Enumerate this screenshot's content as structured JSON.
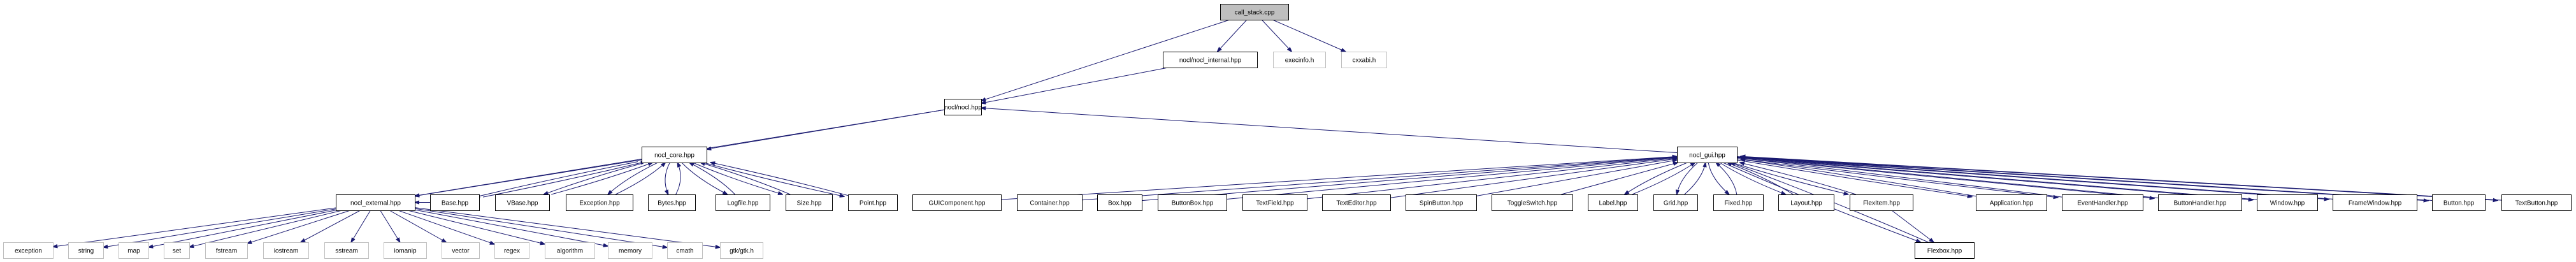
{
  "diagram": {
    "type": "include-dependency-graph",
    "colors": {
      "edge": "#191970",
      "root_fill": "#bfbfbf",
      "root_border": "#000000",
      "local_border": "#000000",
      "system_border": "#bfbfbf",
      "node_fill": "#ffffff"
    },
    "root": "call_stack.cpp",
    "nodes": [
      {
        "id": "call_stack",
        "label": "call_stack.cpp",
        "kind": "root"
      },
      {
        "id": "nocl_internal",
        "label": "nocl/nocl_internal.hpp",
        "kind": "local"
      },
      {
        "id": "execinfo",
        "label": "execinfo.h",
        "kind": "system"
      },
      {
        "id": "cxxabi",
        "label": "cxxabi.h",
        "kind": "system"
      },
      {
        "id": "nocl",
        "label": "nocl/nocl.hpp",
        "kind": "local"
      },
      {
        "id": "nocl_core",
        "label": "nocl_core.hpp",
        "kind": "local"
      },
      {
        "id": "nocl_gui",
        "label": "nocl_gui.hpp",
        "kind": "local"
      },
      {
        "id": "nocl_external",
        "label": "nocl_external.hpp",
        "kind": "local"
      },
      {
        "id": "Base",
        "label": "Base.hpp",
        "kind": "local"
      },
      {
        "id": "VBase",
        "label": "VBase.hpp",
        "kind": "local"
      },
      {
        "id": "Exception",
        "label": "Exception.hpp",
        "kind": "local"
      },
      {
        "id": "Bytes",
        "label": "Bytes.hpp",
        "kind": "local"
      },
      {
        "id": "Logfile",
        "label": "Logfile.hpp",
        "kind": "local"
      },
      {
        "id": "Size",
        "label": "Size.hpp",
        "kind": "local"
      },
      {
        "id": "Point",
        "label": "Point.hpp",
        "kind": "local"
      },
      {
        "id": "GUIComponent",
        "label": "GUIComponent.hpp",
        "kind": "local"
      },
      {
        "id": "Container",
        "label": "Container.hpp",
        "kind": "local"
      },
      {
        "id": "Box",
        "label": "Box.hpp",
        "kind": "local"
      },
      {
        "id": "ButtonBox",
        "label": "ButtonBox.hpp",
        "kind": "local"
      },
      {
        "id": "TextField",
        "label": "TextField.hpp",
        "kind": "local"
      },
      {
        "id": "TextEditor",
        "label": "TextEditor.hpp",
        "kind": "local"
      },
      {
        "id": "SpinButton",
        "label": "SpinButton.hpp",
        "kind": "local"
      },
      {
        "id": "ToggleSwitch",
        "label": "ToggleSwitch.hpp",
        "kind": "local"
      },
      {
        "id": "Label",
        "label": "Label.hpp",
        "kind": "local"
      },
      {
        "id": "Grid",
        "label": "Grid.hpp",
        "kind": "local"
      },
      {
        "id": "Fixed",
        "label": "Fixed.hpp",
        "kind": "local"
      },
      {
        "id": "Layout",
        "label": "Layout.hpp",
        "kind": "local"
      },
      {
        "id": "FlexItem",
        "label": "FlexItem.hpp",
        "kind": "local"
      },
      {
        "id": "Flexbox",
        "label": "Flexbox.hpp",
        "kind": "local"
      },
      {
        "id": "Application",
        "label": "Application.hpp",
        "kind": "local"
      },
      {
        "id": "EventHandler",
        "label": "EventHandler.hpp",
        "kind": "local"
      },
      {
        "id": "ButtonHandler",
        "label": "ButtonHandler.hpp",
        "kind": "local"
      },
      {
        "id": "Window",
        "label": "Window.hpp",
        "kind": "local"
      },
      {
        "id": "FrameWindow",
        "label": "FrameWindow.hpp",
        "kind": "local"
      },
      {
        "id": "Button",
        "label": "Button.hpp",
        "kind": "local"
      },
      {
        "id": "TextButton",
        "label": "TextButton.hpp",
        "kind": "local"
      },
      {
        "id": "exception",
        "label": "exception",
        "kind": "system"
      },
      {
        "id": "string",
        "label": "string",
        "kind": "system"
      },
      {
        "id": "map",
        "label": "map",
        "kind": "system"
      },
      {
        "id": "set",
        "label": "set",
        "kind": "system"
      },
      {
        "id": "fstream",
        "label": "fstream",
        "kind": "system"
      },
      {
        "id": "iostream",
        "label": "iostream",
        "kind": "system"
      },
      {
        "id": "sstream",
        "label": "sstream",
        "kind": "system"
      },
      {
        "id": "iomanip",
        "label": "iomanip",
        "kind": "system"
      },
      {
        "id": "vector",
        "label": "vector",
        "kind": "system"
      },
      {
        "id": "regex",
        "label": "regex",
        "kind": "system"
      },
      {
        "id": "algorithm",
        "label": "algorithm",
        "kind": "system"
      },
      {
        "id": "memory",
        "label": "memory",
        "kind": "system"
      },
      {
        "id": "cmath",
        "label": "cmath",
        "kind": "system"
      },
      {
        "id": "gtk",
        "label": "gtk/gtk.h",
        "kind": "system"
      }
    ],
    "edges": [
      [
        "call_stack",
        "nocl_internal"
      ],
      [
        "call_stack",
        "execinfo"
      ],
      [
        "call_stack",
        "cxxabi"
      ],
      [
        "call_stack",
        "nocl"
      ],
      [
        "nocl_internal",
        "nocl"
      ],
      [
        "nocl",
        "nocl_core"
      ],
      [
        "nocl",
        "nocl_external"
      ],
      [
        "nocl_gui",
        "nocl"
      ],
      [
        "nocl_core",
        "nocl_external"
      ],
      [
        "nocl_core",
        "Base"
      ],
      [
        "Base",
        "nocl_core"
      ],
      [
        "nocl_core",
        "VBase"
      ],
      [
        "VBase",
        "nocl_core"
      ],
      [
        "nocl_core",
        "Exception"
      ],
      [
        "Exception",
        "nocl_core"
      ],
      [
        "nocl_core",
        "Bytes"
      ],
      [
        "Bytes",
        "nocl_core"
      ],
      [
        "nocl_core",
        "Logfile"
      ],
      [
        "Logfile",
        "nocl_core"
      ],
      [
        "nocl_core",
        "Size"
      ],
      [
        "Size",
        "nocl_core"
      ],
      [
        "nocl_core",
        "Point"
      ],
      [
        "Point",
        "nocl_core"
      ],
      [
        "Base",
        "nocl_external"
      ],
      [
        "nocl_external",
        "exception"
      ],
      [
        "nocl_external",
        "string"
      ],
      [
        "nocl_external",
        "map"
      ],
      [
        "nocl_external",
        "set"
      ],
      [
        "nocl_external",
        "fstream"
      ],
      [
        "nocl_external",
        "iostream"
      ],
      [
        "nocl_external",
        "sstream"
      ],
      [
        "nocl_external",
        "iomanip"
      ],
      [
        "nocl_external",
        "vector"
      ],
      [
        "nocl_external",
        "regex"
      ],
      [
        "nocl_external",
        "algorithm"
      ],
      [
        "nocl_external",
        "memory"
      ],
      [
        "nocl_external",
        "cmath"
      ],
      [
        "nocl_external",
        "gtk"
      ],
      [
        "GUIComponent",
        "nocl_gui"
      ],
      [
        "Container",
        "nocl_gui"
      ],
      [
        "Box",
        "nocl_gui"
      ],
      [
        "ButtonBox",
        "nocl_gui"
      ],
      [
        "TextField",
        "nocl_gui"
      ],
      [
        "TextEditor",
        "nocl_gui"
      ],
      [
        "SpinButton",
        "nocl_gui"
      ],
      [
        "ToggleSwitch",
        "nocl_gui"
      ],
      [
        "nocl_gui",
        "Label"
      ],
      [
        "Label",
        "nocl_gui"
      ],
      [
        "nocl_gui",
        "Grid"
      ],
      [
        "Grid",
        "nocl_gui"
      ],
      [
        "nocl_gui",
        "Fixed"
      ],
      [
        "Fixed",
        "nocl_gui"
      ],
      [
        "nocl_gui",
        "Layout"
      ],
      [
        "Layout",
        "nocl_gui"
      ],
      [
        "nocl_gui",
        "FlexItem"
      ],
      [
        "FlexItem",
        "nocl_gui"
      ],
      [
        "FlexItem",
        "Flexbox"
      ],
      [
        "nocl_gui",
        "Flexbox"
      ],
      [
        "Flexbox",
        "nocl_gui"
      ],
      [
        "nocl_gui",
        "Application"
      ],
      [
        "Application",
        "nocl_gui"
      ],
      [
        "nocl_gui",
        "EventHandler"
      ],
      [
        "EventHandler",
        "nocl_gui"
      ],
      [
        "nocl_gui",
        "ButtonHandler"
      ],
      [
        "ButtonHandler",
        "nocl_gui"
      ],
      [
        "nocl_gui",
        "Window"
      ],
      [
        "Window",
        "nocl_gui"
      ],
      [
        "nocl_gui",
        "FrameWindow"
      ],
      [
        "FrameWindow",
        "nocl_gui"
      ],
      [
        "nocl_gui",
        "Button"
      ],
      [
        "Button",
        "nocl_gui"
      ],
      [
        "nocl_gui",
        "TextButton"
      ],
      [
        "TextButton",
        "nocl_gui"
      ]
    ]
  }
}
